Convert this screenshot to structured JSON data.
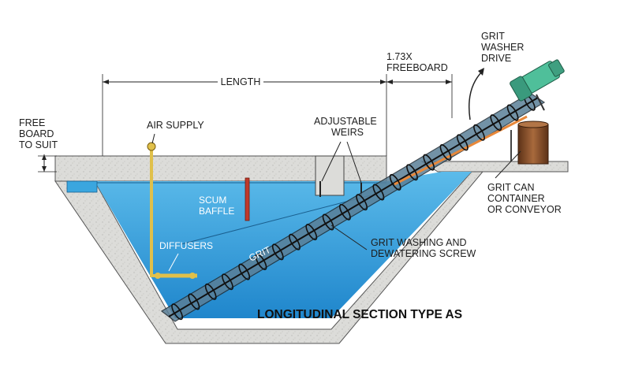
{
  "labels": {
    "freeboard_to_suit": [
      "FREE",
      "BOARD",
      "TO SUIT"
    ],
    "air_supply": "AIR SUPPLY",
    "length": "LENGTH",
    "freeboard_173x": [
      "1.73X",
      "FREEBOARD"
    ],
    "grit_washer_drive": [
      "GRIT",
      "WASHER",
      "DRIVE"
    ],
    "adjustable_weirs": [
      "ADJUSTABLE",
      "WEIRS"
    ],
    "scum_baffle": [
      "SCUM",
      "BAFFLE"
    ],
    "diffusers": "DIFFUSERS",
    "grit": "GRIT",
    "grit_washing_screw": [
      "GRIT WASHING AND",
      "DEWATERING SCREW"
    ],
    "grit_can": [
      "GRIT CAN",
      "CONTAINER",
      "OR CONVEYOR"
    ]
  },
  "title": "LONGITUDINAL SECTION TYPE AS",
  "colors": {
    "concrete": "#d9d9d6",
    "water": "#3aa6df",
    "water_deep": "#1e82c8",
    "pipe": "#e0c04a",
    "screw_tube": "#2b2b2b",
    "drive_motor": "#4fbf9a",
    "grit_can": "#8a4f2a",
    "orange_line": "#e8883a"
  }
}
